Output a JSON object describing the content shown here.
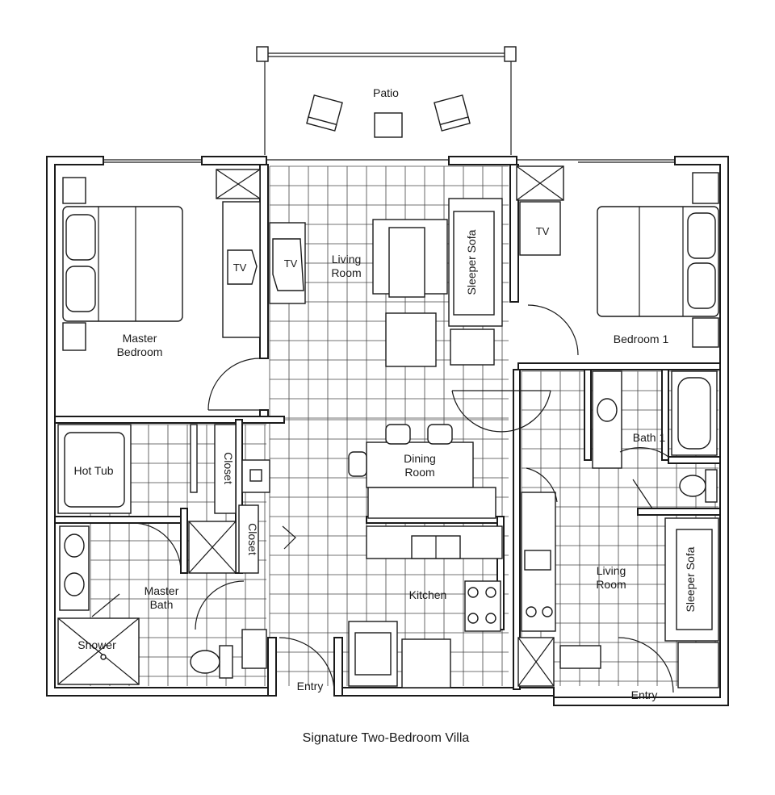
{
  "caption": "Signature Two-Bedroom Villa",
  "rooms": {
    "patio": "Patio",
    "living_room_main_line1": "Living",
    "living_room_main_line2": "Room",
    "master_bedroom_line1": "Master",
    "master_bedroom_line2": "Bedroom",
    "bedroom_1": "Bedroom 1",
    "hot_tub": "Hot Tub",
    "closet_1": "Closet",
    "closet_2": "Closet",
    "dining_room_line1": "Dining",
    "dining_room_line2": "Room",
    "bath_1": "Bath 1",
    "kitchen": "Kitchen",
    "master_bath_line1": "Master",
    "master_bath_line2": "Bath",
    "shower": "Shower",
    "living_room_lockoff_line1": "Living",
    "living_room_lockoff_line2": "Room",
    "entry_main": "Entry",
    "entry_lockoff": "Entry"
  },
  "furniture": {
    "tv_master": "TV",
    "tv_living": "TV",
    "tv_bedroom1": "TV",
    "sleeper_sofa_main": "Sleeper Sofa",
    "sleeper_sofa_lockoff": "Sleeper Sofa"
  }
}
